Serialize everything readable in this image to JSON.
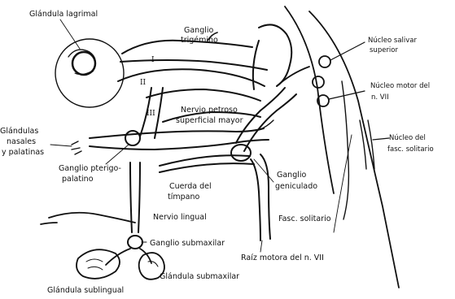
{
  "labels": {
    "glandula_lagrimal": "Glándula lagrimal",
    "ganglio_trigemino_1": "Ganglio",
    "ganglio_trigemino_2": "trigémino",
    "nucleo_salivar_1": "Núcleo salivar",
    "nucleo_salivar_2": "superior",
    "nucleo_motor_1": "Núcleo motor del",
    "nucleo_motor_2": "n. VII",
    "glandulas_nasales_1": "Glándulas",
    "glandulas_nasales_2": "nasales",
    "glandulas_nasales_3": "y palatinas",
    "nervio_petroso_1": "Nervio petroso",
    "nervio_petroso_2": "superficial mayor",
    "nucleo_fasc_1": "Núcleo del",
    "nucleo_fasc_2": "fasc. solitario",
    "ganglio_pterigo_1": "Ganglio pterigo-",
    "ganglio_pterigo_2": "palatino",
    "cuerda_1": "Cuerda del",
    "cuerda_2": "tímpano",
    "ganglio_gen_1": "Ganglio",
    "ganglio_gen_2": "geniculado",
    "nervio_lingual": "Nervio lingual",
    "fasc_solitario": "Fasc. solitario",
    "ganglio_submax": "Ganglio submaxilar",
    "raiz_motora": "Raíz motora del n. VII",
    "glandula_submax": "Glándula submaxilar",
    "glandula_subling": "Glándula sublingual"
  },
  "markers": {
    "roman_1": "I",
    "roman_2": "II",
    "roman_3": "III"
  }
}
